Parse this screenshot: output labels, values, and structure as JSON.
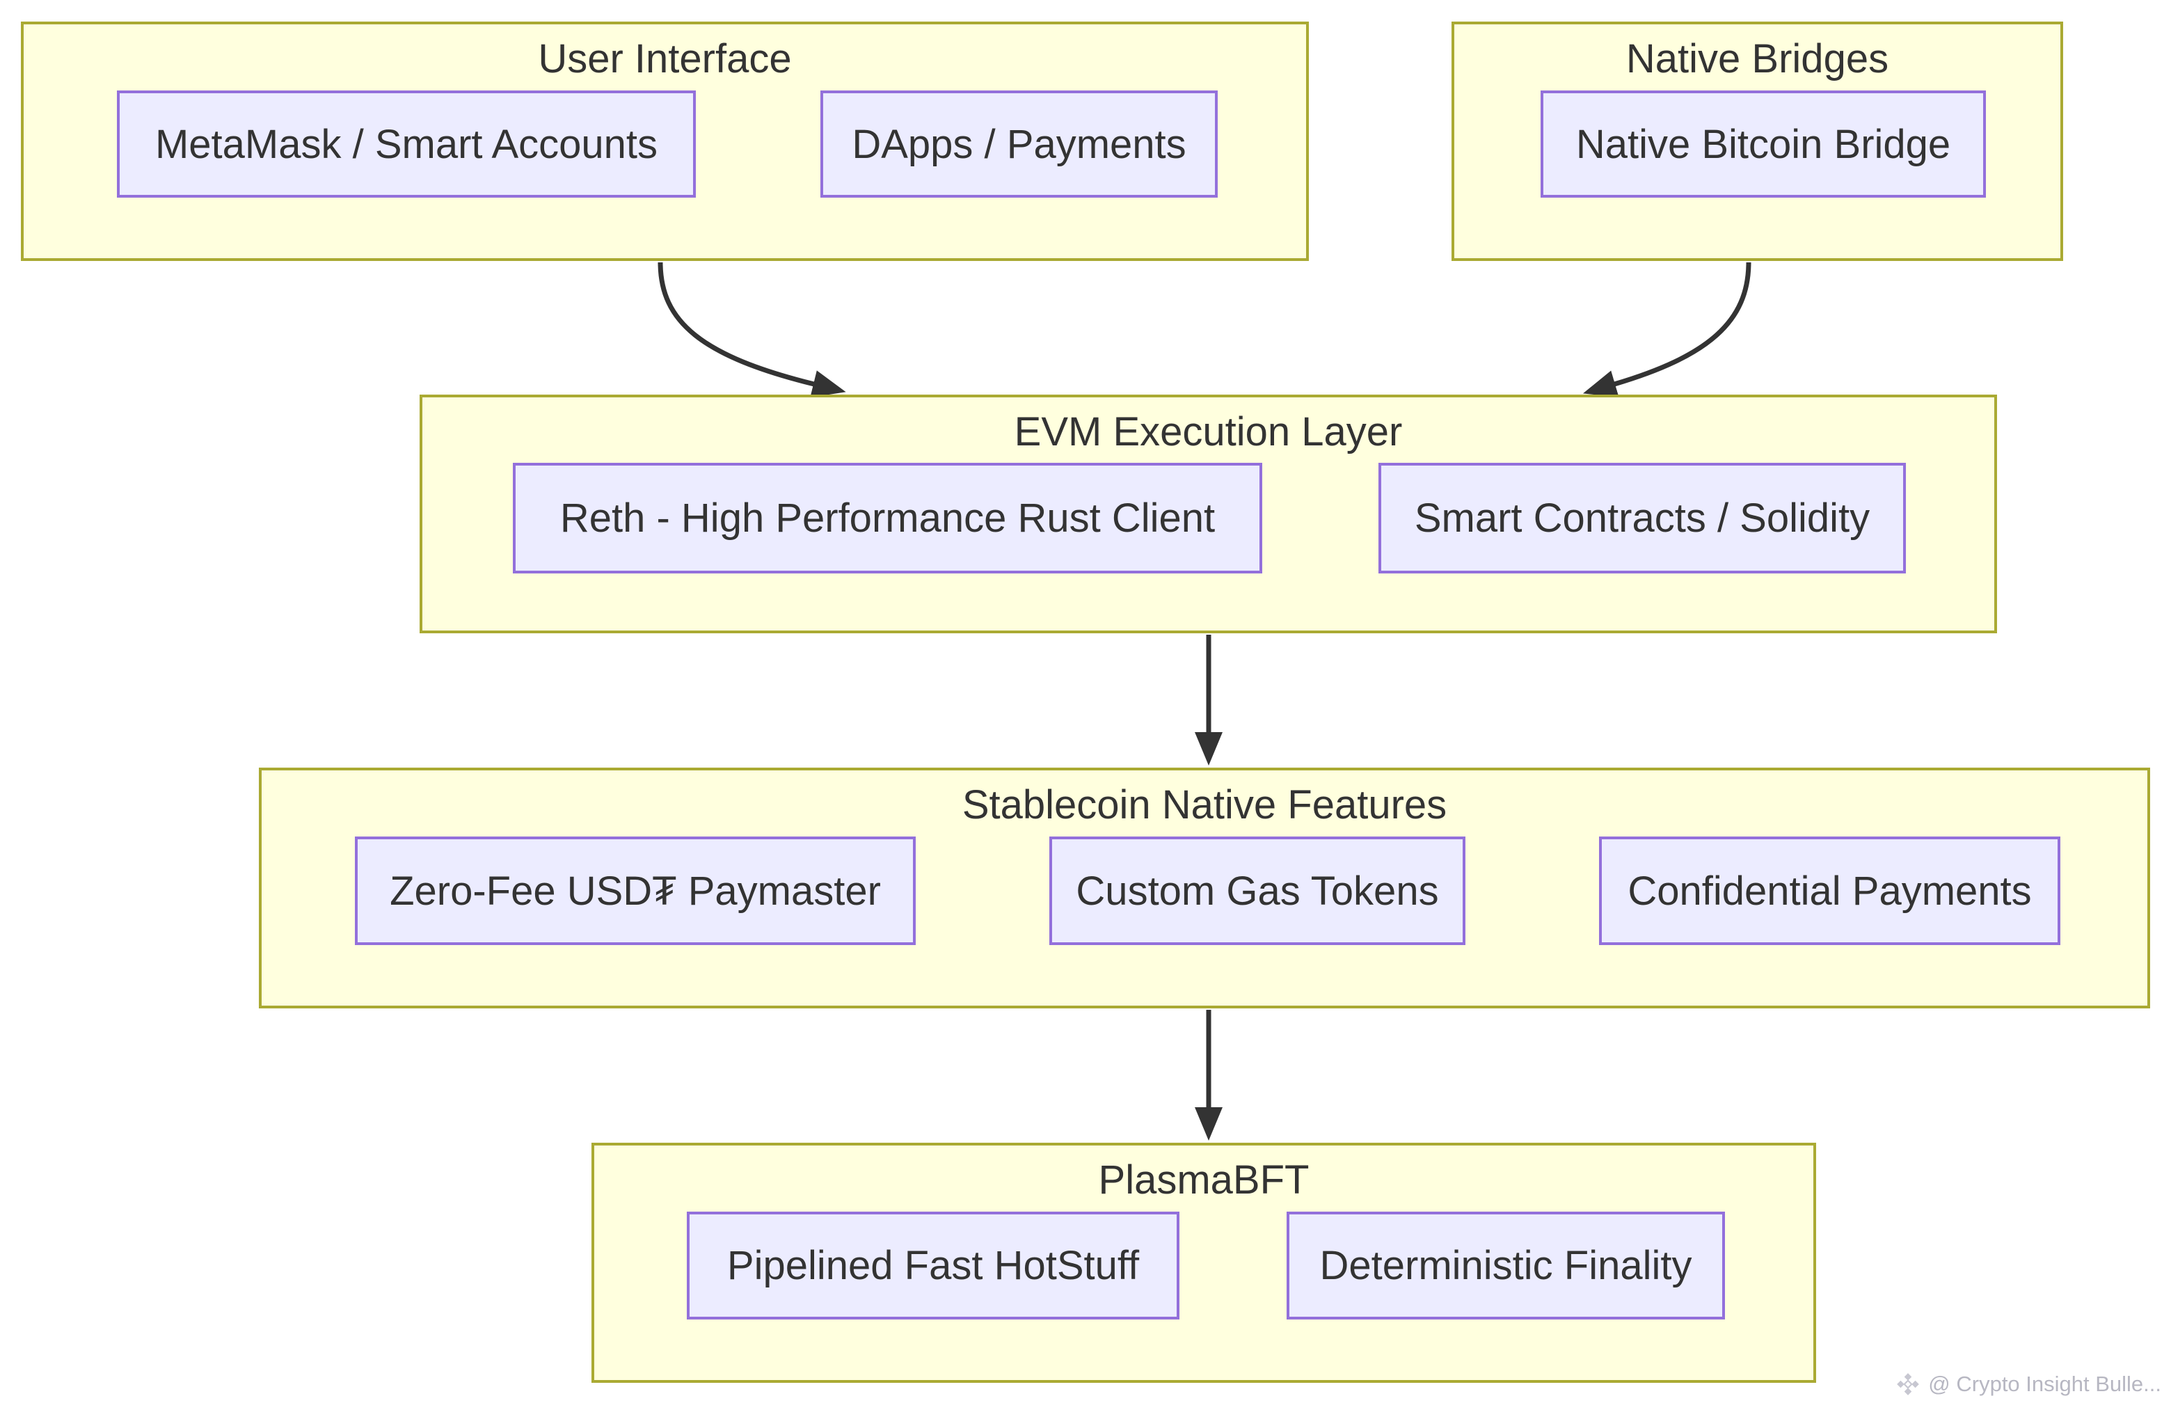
{
  "diagram": {
    "type": "flowchart",
    "colors": {
      "cluster_fill": "#ffffde",
      "cluster_border": "#aaaa33",
      "node_fill": "#ececff",
      "node_border": "#9370db",
      "text": "#333333",
      "arrow": "#333333",
      "watermark_text": "#b7b7c2"
    },
    "clusters": {
      "user_interface": {
        "title": "User Interface",
        "nodes": {
          "metamask": "MetaMask / Smart Accounts",
          "dapps": "DApps / Payments"
        }
      },
      "native_bridges": {
        "title": "Native Bridges",
        "nodes": {
          "bitcoin_bridge": "Native Bitcoin Bridge"
        }
      },
      "evm": {
        "title": "EVM Execution Layer",
        "nodes": {
          "reth": "Reth - High Performance Rust Client",
          "solidity": "Smart Contracts / Solidity"
        }
      },
      "stablecoin": {
        "title": "Stablecoin Native Features",
        "nodes": {
          "paymaster": "Zero-Fee USD₮ Paymaster",
          "gas_tokens": "Custom Gas Tokens",
          "confidential": "Confidential Payments"
        }
      },
      "plasmabft": {
        "title": "PlasmaBFT",
        "nodes": {
          "hotstuff": "Pipelined Fast HotStuff",
          "finality": "Deterministic Finality"
        }
      }
    },
    "edges": [
      {
        "from": "User Interface",
        "to": "EVM Execution Layer"
      },
      {
        "from": "Native Bridges",
        "to": "EVM Execution Layer"
      },
      {
        "from": "EVM Execution Layer",
        "to": "Stablecoin Native Features"
      },
      {
        "from": "Stablecoin Native Features",
        "to": "PlasmaBFT"
      }
    ],
    "watermark": {
      "icon": "gem-icon",
      "text": "@ Crypto Insight Bulle..."
    }
  }
}
